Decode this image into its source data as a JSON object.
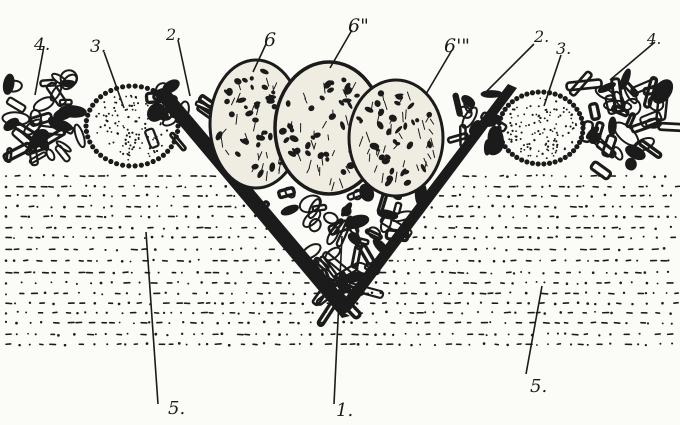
{
  "figure": {
    "labels": {
      "l4_left": "4.",
      "l3_left": "3.",
      "l2_left": "2.",
      "l6": "6",
      "l6p": "6\"",
      "l6pp": "6'\"",
      "l2_right": "2.",
      "l3_right": "3.",
      "l4_right": "4.",
      "l5_left": "5.",
      "l1": "1.",
      "l5_right": "5."
    },
    "colors": {
      "ink": "#1b1b1b",
      "paper": "#fbfbf7",
      "egg_fill": "#efece2"
    }
  }
}
